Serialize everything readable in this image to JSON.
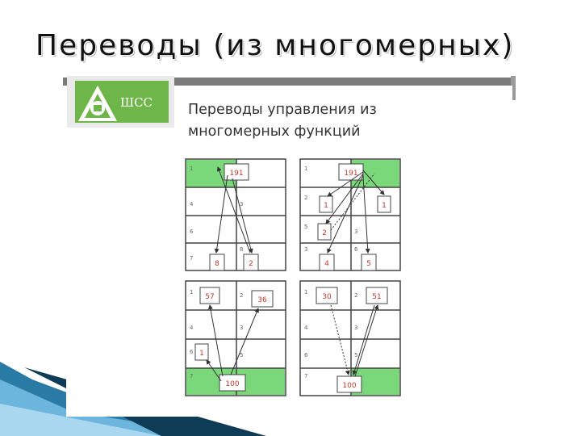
{
  "slide": {
    "title": "Переводы (из многомерных)",
    "logo_text": "ШСС",
    "subtitle_line1": "Переводы управления из",
    "subtitle_line2": "многомерных функций"
  },
  "colors": {
    "green_fill": "#7bd87a",
    "logo_green": "#6fb64a",
    "arrow": "#333333",
    "number": "#c0392b"
  },
  "grids": [
    {
      "id": "grid-1",
      "row_labels_left": [
        "1",
        "4",
        "6",
        "7"
      ],
      "row_labels_right": [
        "",
        "3",
        "",
        "8"
      ],
      "boxes": [
        "191",
        "8",
        "2"
      ]
    },
    {
      "id": "grid-2",
      "row_labels_left": [
        "1",
        "2",
        "5",
        "3"
      ],
      "row_labels_right": [
        "",
        "",
        "3",
        "6"
      ],
      "boxes": [
        "191",
        "1",
        "1",
        "2",
        "4",
        "5"
      ]
    },
    {
      "id": "grid-3",
      "row_labels_left": [
        "1",
        "4",
        "6",
        "7"
      ],
      "row_labels_right": [
        "2",
        "3",
        "5",
        ""
      ],
      "boxes": [
        "57",
        "36",
        "1",
        "100"
      ]
    },
    {
      "id": "grid-4",
      "row_labels_left": [
        "1",
        "4",
        "6",
        "7"
      ],
      "row_labels_right": [
        "2",
        "3",
        "5",
        ""
      ],
      "boxes": [
        "30",
        "51",
        "100"
      ]
    }
  ]
}
